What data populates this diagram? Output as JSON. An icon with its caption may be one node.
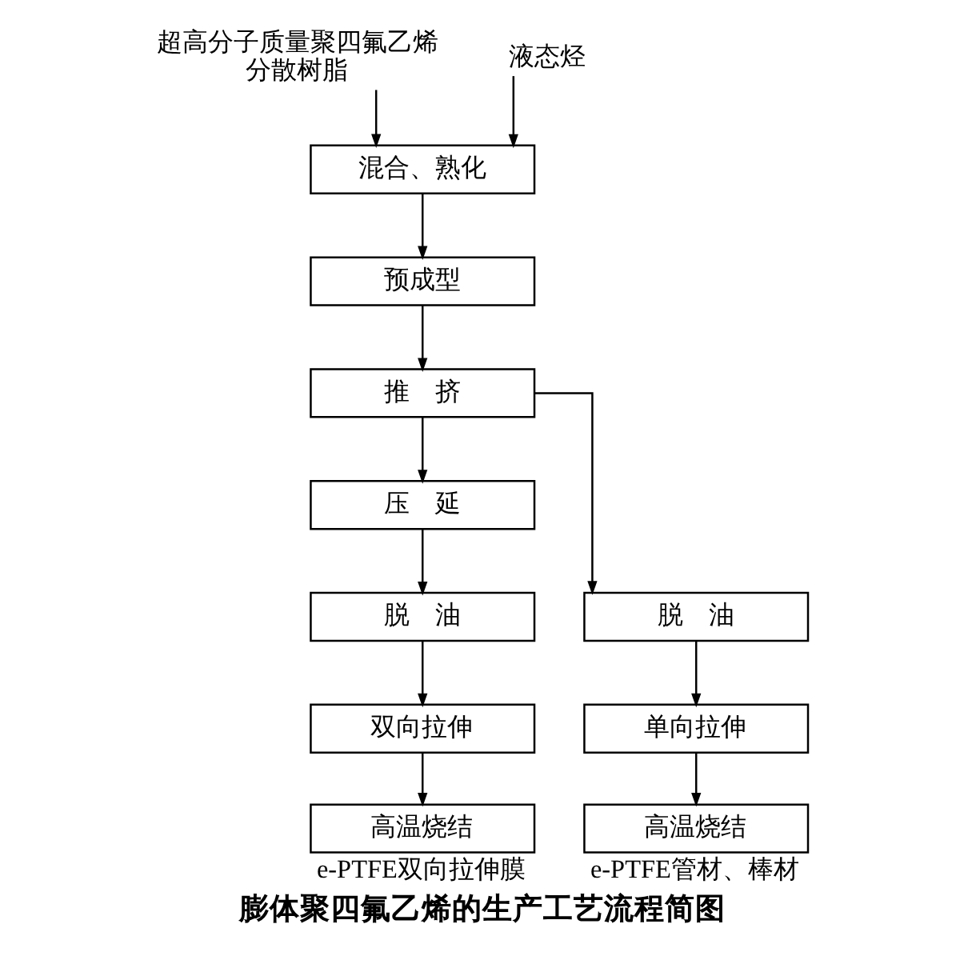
{
  "diagram": {
    "caption": "膨体聚四氟乙烯的生产工艺流程简图",
    "nodes": [
      {
        "text": [
          "超高分子质量聚四氟乙烯分散树脂"
        ]
      },
      {
        "text": [
          "液态烃"
        ]
      },
      {
        "text": [
          "混合、熟化"
        ]
      },
      {
        "text": [
          "预成型"
        ]
      },
      {
        "text": [
          "推　挤"
        ]
      },
      {
        "text": [
          "压　延"
        ]
      },
      {
        "text": [
          "脱　油"
        ]
      },
      {
        "text": [
          "双向拉伸"
        ]
      },
      {
        "text": [
          "高温烧结"
        ],
        "beside": [
          "e-PTFE双向拉伸膜"
        ]
      },
      {
        "text": [
          "脱　油"
        ]
      },
      {
        "text": [
          "单向拉伸"
        ]
      },
      {
        "text": [
          "高温烧结"
        ],
        "beside": [
          "e-PTFE管材、棒材"
        ]
      }
    ],
    "edges": [
      {
        "from": 0,
        "to": 2,
        "arrow": "to"
      },
      {
        "from": 1,
        "to": 2,
        "arrow": "to"
      },
      {
        "from": 2,
        "to": 3,
        "arrow": "to"
      },
      {
        "from": 3,
        "to": 4,
        "arrow": "to"
      },
      {
        "from": 4,
        "to": 5,
        "arrow": "to"
      },
      {
        "from": 5,
        "to": 6,
        "arrow": "to"
      },
      {
        "from": 6,
        "to": 7,
        "arrow": "to"
      },
      {
        "from": 7,
        "to": 8,
        "arrow": "to"
      },
      {
        "from": 4,
        "to": 9,
        "arrow": "to"
      },
      {
        "from": 9,
        "to": 10,
        "arrow": "to"
      },
      {
        "from": 10,
        "to": 11,
        "arrow": "to"
      }
    ]
  }
}
